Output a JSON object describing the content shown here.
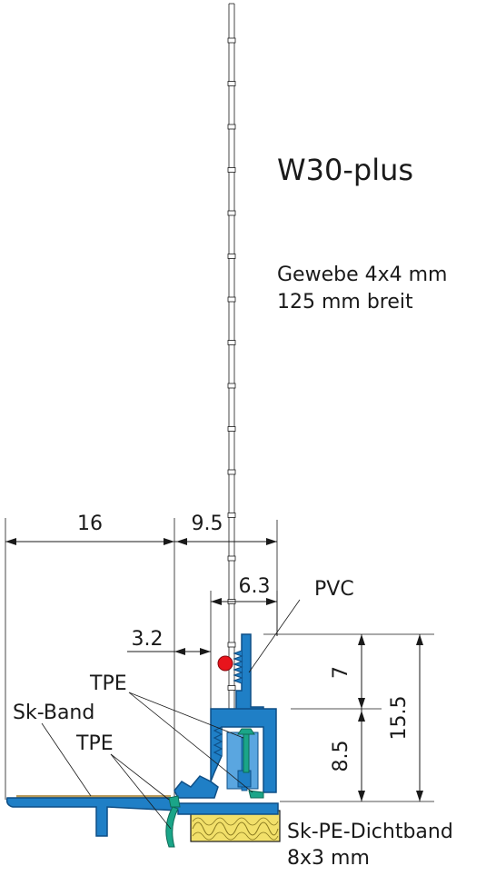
{
  "title": "W30-plus",
  "mesh": {
    "line1": "Gewebe 4x4 mm",
    "line2": "125 mm breit"
  },
  "dimensions": {
    "d16": "16",
    "d9_5": "9.5",
    "d6_3": "6.3",
    "d3_2": "3.2",
    "d7": "7",
    "d8_5": "8.5",
    "d15_5": "15.5"
  },
  "labels": {
    "pvc": "PVC",
    "tpe_upper": "TPE",
    "tpe_lower": "TPE",
    "sk_band": "Sk-Band",
    "sealing_line1": "Sk-PE-Dichtband",
    "sealing_line2": "8x3 mm"
  },
  "colors": {
    "profile": "#1f7fc6",
    "profile_dark": "#0f4f86",
    "tpe_green": "#1aa588",
    "pvc_red": "#e8141c",
    "foam_yellow": "#f2e06a",
    "outline": "#1a1a1a"
  }
}
